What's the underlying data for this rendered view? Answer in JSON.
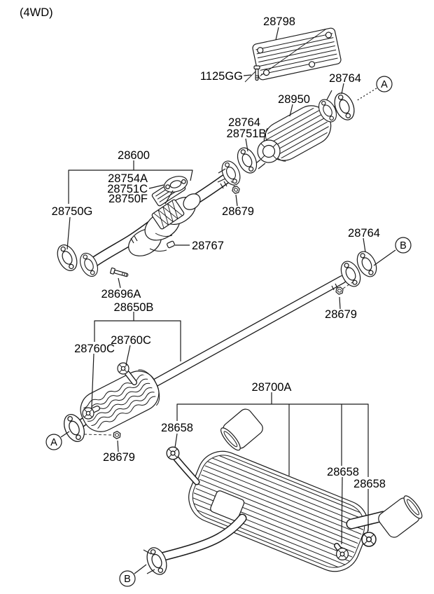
{
  "note": "(4WD)",
  "markers": {
    "a": "A",
    "b": "B"
  },
  "parts": {
    "p28798": "28798",
    "p1125gg": "1125GG",
    "p28764_top": "28764",
    "p28950": "28950",
    "p28764_mid": "28764",
    "p28751b": "28751B",
    "p28600": "28600",
    "p28754a": "28754A",
    "p28751c": "28751C",
    "p28750f": "28750F",
    "p28750g": "28750G",
    "p28679_top": "28679",
    "p28767": "28767",
    "p28696a": "28696A",
    "p28650b": "28650B",
    "p28760c_a": "28760C",
    "p28760c_b": "28760C",
    "p28764_right": "28764",
    "p28679_right": "28679",
    "p28679_left": "28679",
    "p28658_front": "28658",
    "p28700a": "28700A",
    "p28658_mid": "28658",
    "p28658_rear": "28658"
  }
}
